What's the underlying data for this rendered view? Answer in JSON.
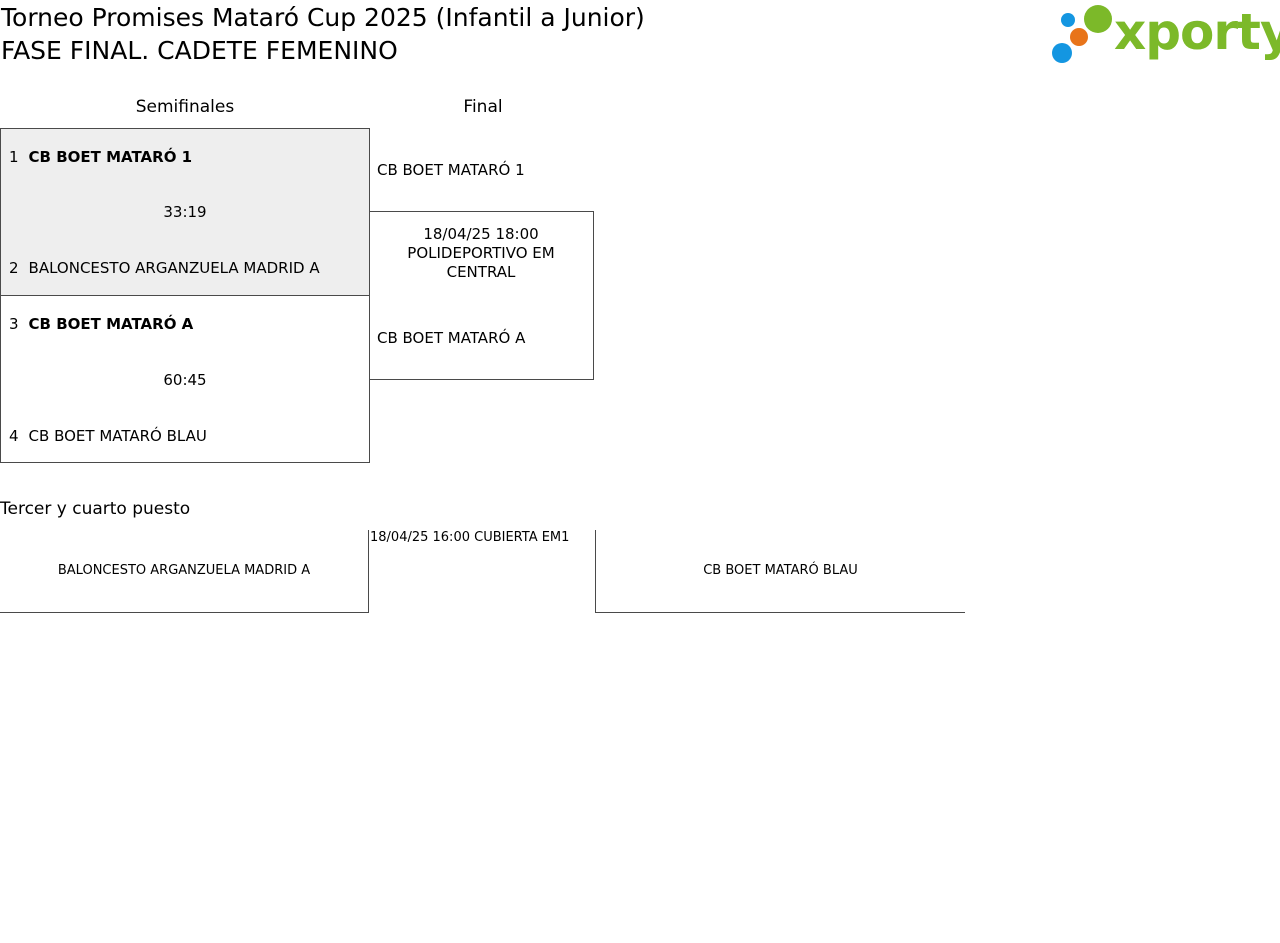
{
  "header": {
    "title": "Torneo Promises Mataró Cup 2025 (Infantil a Junior)",
    "subtitle": "FASE FINAL. CADETE FEMENINO"
  },
  "logo": {
    "text": "xporty",
    "colors": {
      "green": "#7cb929",
      "blue": "#1496e1",
      "orange": "#e8741a"
    }
  },
  "rounds": {
    "semifinals_label": "Semifinales",
    "final_label": "Final"
  },
  "semifinals": [
    {
      "highlighted": true,
      "team1": {
        "seed": "1",
        "name": "CB BOET MATARÓ 1",
        "winner": true
      },
      "score": "33:19",
      "team2": {
        "seed": "2",
        "name": "BALONCESTO ARGANZUELA MADRID A",
        "winner": false
      }
    },
    {
      "highlighted": false,
      "team1": {
        "seed": "3",
        "name": "CB BOET MATARÓ A",
        "winner": true
      },
      "score": "60:45",
      "team2": {
        "seed": "4",
        "name": "CB BOET MATARÓ BLAU",
        "winner": false
      }
    }
  ],
  "final": {
    "team1": "CB BOET MATARÓ 1",
    "datetime": "18/04/25 18:00",
    "venue": "POLIDEPORTIVO EM CENTRAL",
    "team2": "CB BOET MATARÓ A"
  },
  "third_place": {
    "title": "Tercer y cuarto puesto",
    "info": "18/04/25 16:00 CUBIERTA EM1",
    "team1": "BALONCESTO ARGANZUELA MADRID A",
    "team2": "CB BOET MATARÓ BLAU"
  },
  "colors": {
    "highlight_bg": "#eeeeee",
    "border": "#4a4a4a"
  }
}
